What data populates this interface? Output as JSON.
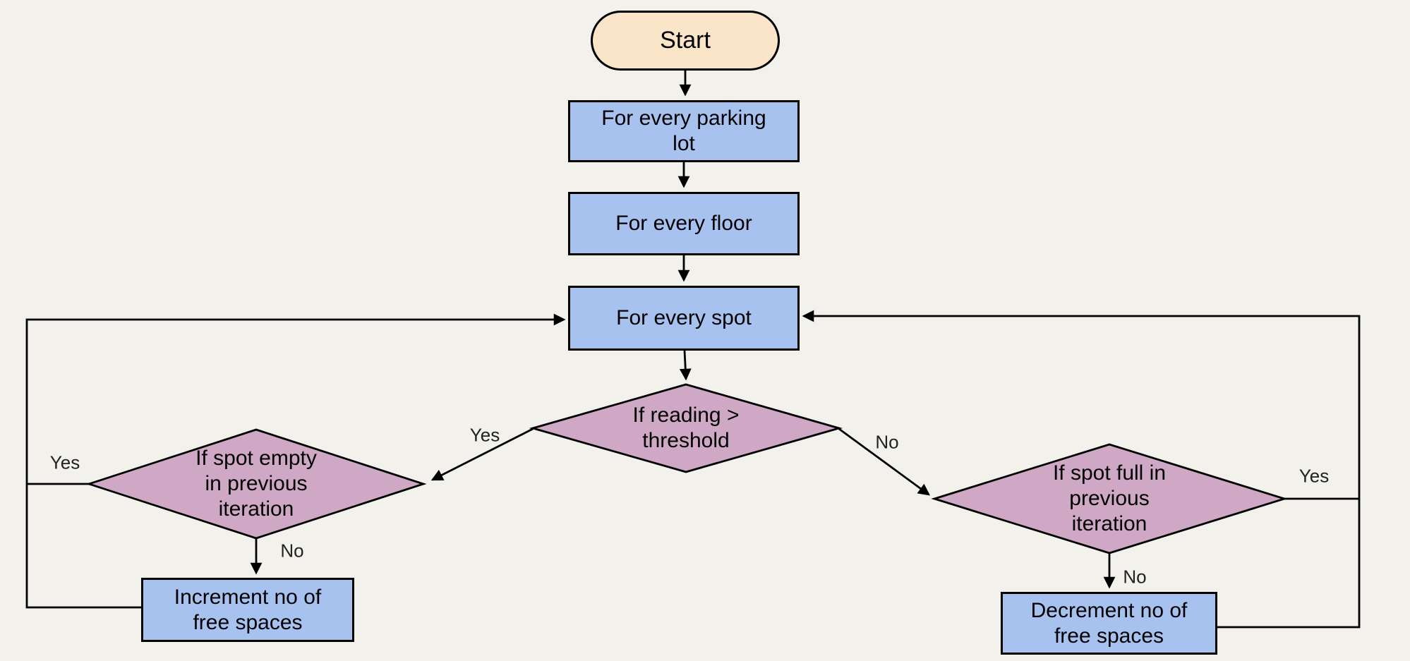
{
  "diagram": {
    "title": "Parking lot free-space counting flowchart",
    "background": "#F2F1EC",
    "line_color": "#000000",
    "colors": {
      "start_fill": "#FAE5C9",
      "process_fill": "#A8C2F0",
      "decision_fill": "#CFA8C5"
    },
    "nodes": {
      "start": "Start",
      "for_every_parking_lot": "For every parking lot",
      "for_every_floor": "For every floor",
      "for_every_spot": "For every spot",
      "if_reading_threshold": "If reading > threshold",
      "if_spot_empty": "If spot empty in previous iteration",
      "if_spot_full": "If spot full in previous iteration",
      "increment_free_spaces": "Increment no of free spaces",
      "decrement_free_spaces": "Decrement no of free spaces"
    },
    "edge_labels": {
      "reading_yes": "Yes",
      "reading_no": "No",
      "spot_empty_yes": "Yes",
      "spot_empty_no": "No",
      "spot_full_yes": "Yes",
      "spot_full_no": "No"
    }
  }
}
